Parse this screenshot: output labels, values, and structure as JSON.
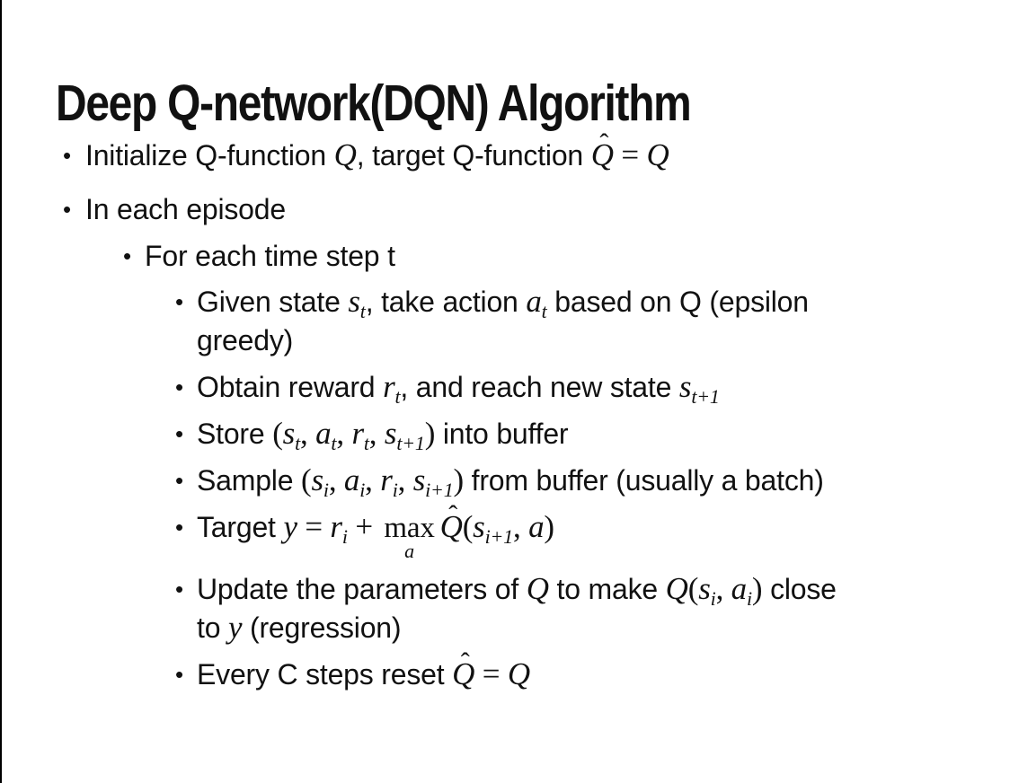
{
  "slide": {
    "title": "Deep Q-network(DQN) Algorithm",
    "bullet_char": "•",
    "hat_char": "ˆ",
    "text_color": "#111111",
    "background": "#ffffff",
    "edge_color": "#000000",
    "bullets": [
      {
        "level": 1,
        "name": "init-q",
        "segments": [
          {
            "t": "Initialize Q-function "
          },
          {
            "m": "Q"
          },
          {
            "t": ", target Q-function "
          },
          {
            "m": "Q",
            "hat": true
          },
          {
            "r": " = "
          },
          {
            "m": "Q"
          }
        ]
      },
      {
        "level": 1,
        "name": "each-episode",
        "segments": [
          {
            "t": "In each episode"
          }
        ]
      },
      {
        "level": 2,
        "name": "each-timestep",
        "segments": [
          {
            "t": "For each time step t"
          }
        ]
      },
      {
        "level": 3,
        "name": "given-state",
        "segments": [
          {
            "t": "Given state "
          },
          {
            "m": "s",
            "sub": "t"
          },
          {
            "t": ", take action "
          },
          {
            "m": "a",
            "sub": "t"
          },
          {
            "t": " based on Q (epsilon"
          },
          {
            "br": true
          },
          {
            "t": "greedy)"
          }
        ]
      },
      {
        "level": 3,
        "name": "obtain-reward",
        "segments": [
          {
            "t": "Obtain reward "
          },
          {
            "m": "r",
            "sub": "t"
          },
          {
            "t": ", and reach new state "
          },
          {
            "m": "s",
            "sub": "t+1"
          }
        ]
      },
      {
        "level": 3,
        "name": "store-buffer",
        "segments": [
          {
            "t": "Store "
          },
          {
            "r": "("
          },
          {
            "m": "s",
            "sub": "t"
          },
          {
            "r": ", "
          },
          {
            "m": "a",
            "sub": "t"
          },
          {
            "r": ", "
          },
          {
            "m": "r",
            "sub": "t"
          },
          {
            "r": ", "
          },
          {
            "m": "s",
            "sub": "t+1"
          },
          {
            "r": ")"
          },
          {
            "t": " into buffer"
          }
        ]
      },
      {
        "level": 3,
        "name": "sample-buffer",
        "segments": [
          {
            "t": "Sample "
          },
          {
            "r": "("
          },
          {
            "m": "s",
            "sub": "i"
          },
          {
            "r": ", "
          },
          {
            "m": "a",
            "sub": "i"
          },
          {
            "r": ", "
          },
          {
            "m": "r",
            "sub": "i"
          },
          {
            "r": ", "
          },
          {
            "m": "s",
            "sub": "i+1"
          },
          {
            "r": ")"
          },
          {
            "t": " from buffer (usually a batch)"
          }
        ]
      },
      {
        "level": 3,
        "name": "target",
        "segments": [
          {
            "t": "Target "
          },
          {
            "m": "y"
          },
          {
            "r": " = "
          },
          {
            "m": "r",
            "sub": "i"
          },
          {
            "r": " + "
          },
          {
            "mu": {
              "base": "max",
              "under": "a"
            }
          },
          {
            "m": "Q",
            "hat": true
          },
          {
            "r": "("
          },
          {
            "m": "s",
            "sub": "i+1"
          },
          {
            "r": ", "
          },
          {
            "m": "a"
          },
          {
            "r": ")"
          }
        ]
      },
      {
        "level": 3,
        "name": "update-params",
        "segments": [
          {
            "t": "Update the parameters of "
          },
          {
            "m": "Q"
          },
          {
            "t": " to make "
          },
          {
            "m": "Q"
          },
          {
            "r": "("
          },
          {
            "m": "s",
            "sub": "i"
          },
          {
            "r": ", "
          },
          {
            "m": "a",
            "sub": "i"
          },
          {
            "r": ")"
          },
          {
            "t": " close"
          },
          {
            "br": true
          },
          {
            "t": "to "
          },
          {
            "m": "y"
          },
          {
            "t": " (regression)"
          }
        ]
      },
      {
        "level": 3,
        "name": "reset",
        "segments": [
          {
            "t": "Every C steps reset "
          },
          {
            "m": "Q",
            "hat": true
          },
          {
            "r": " = "
          },
          {
            "m": "Q"
          }
        ]
      }
    ]
  }
}
